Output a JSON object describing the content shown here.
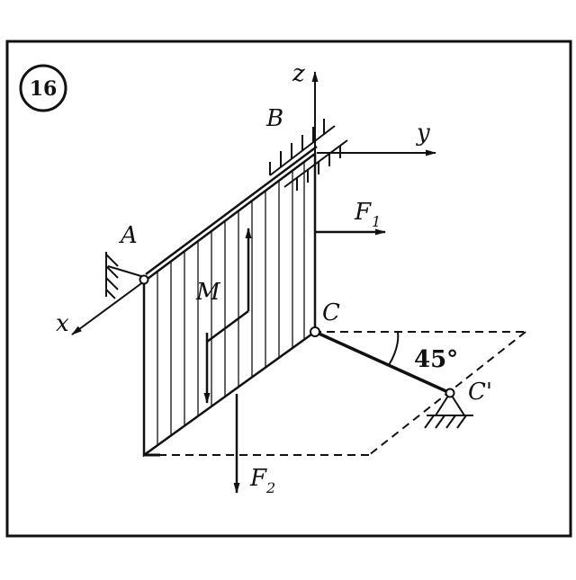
{
  "diagram": {
    "problem_number": "16",
    "labels": {
      "z_axis": "z",
      "y_axis": "y",
      "x_axis": "x",
      "point_a": "A",
      "point_b": "B",
      "point_c": "C",
      "point_c_prime": "C'",
      "moment": "M",
      "force_1": "F",
      "force_1_sub": "1",
      "force_2": "F",
      "force_2_sub": "2",
      "angle": "45°"
    }
  }
}
